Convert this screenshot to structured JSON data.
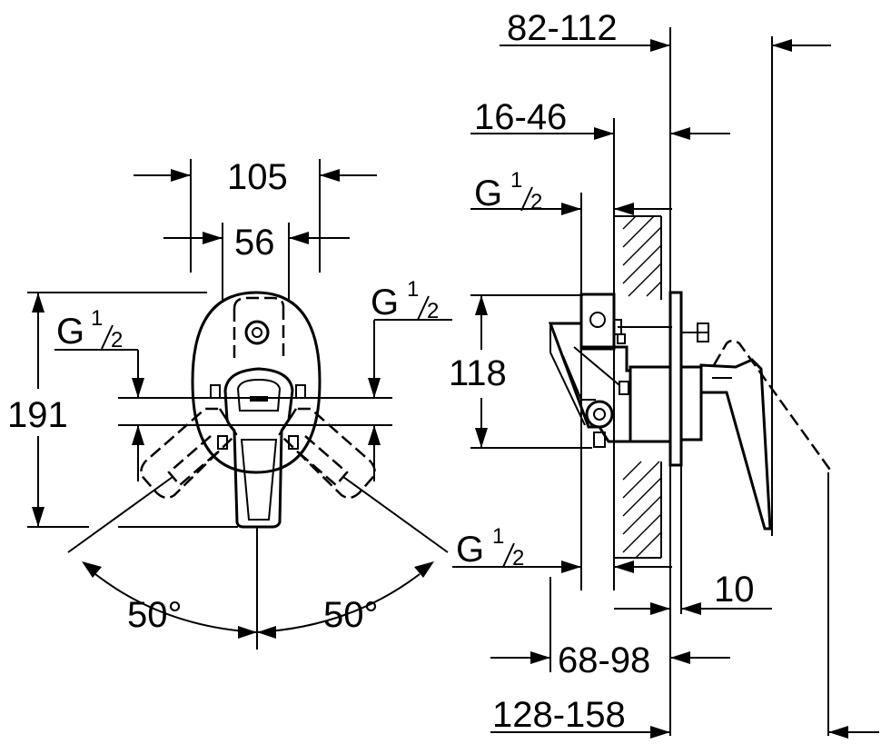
{
  "front_view": {
    "dim_width_outer": "105",
    "dim_width_inner": "56",
    "dim_height": "191",
    "thread_upper": {
      "main": "G",
      "sup": "1",
      "sub": "2"
    },
    "thread_right": {
      "main": "G",
      "sup": "1",
      "sub": "2"
    },
    "angle_left": "50°",
    "angle_right": "50°"
  },
  "side_view": {
    "dim_depth_range": "82-112",
    "dim_body_range": "16-46",
    "thread_top": {
      "main": "G",
      "sup": "1",
      "sub": "2"
    },
    "dim_height": "118",
    "thread_bottom": {
      "main": "G",
      "sup": "1",
      "sub": "2"
    },
    "dim_plate": "10",
    "dim_install_range": "68-98",
    "dim_total_range": "128-158"
  }
}
